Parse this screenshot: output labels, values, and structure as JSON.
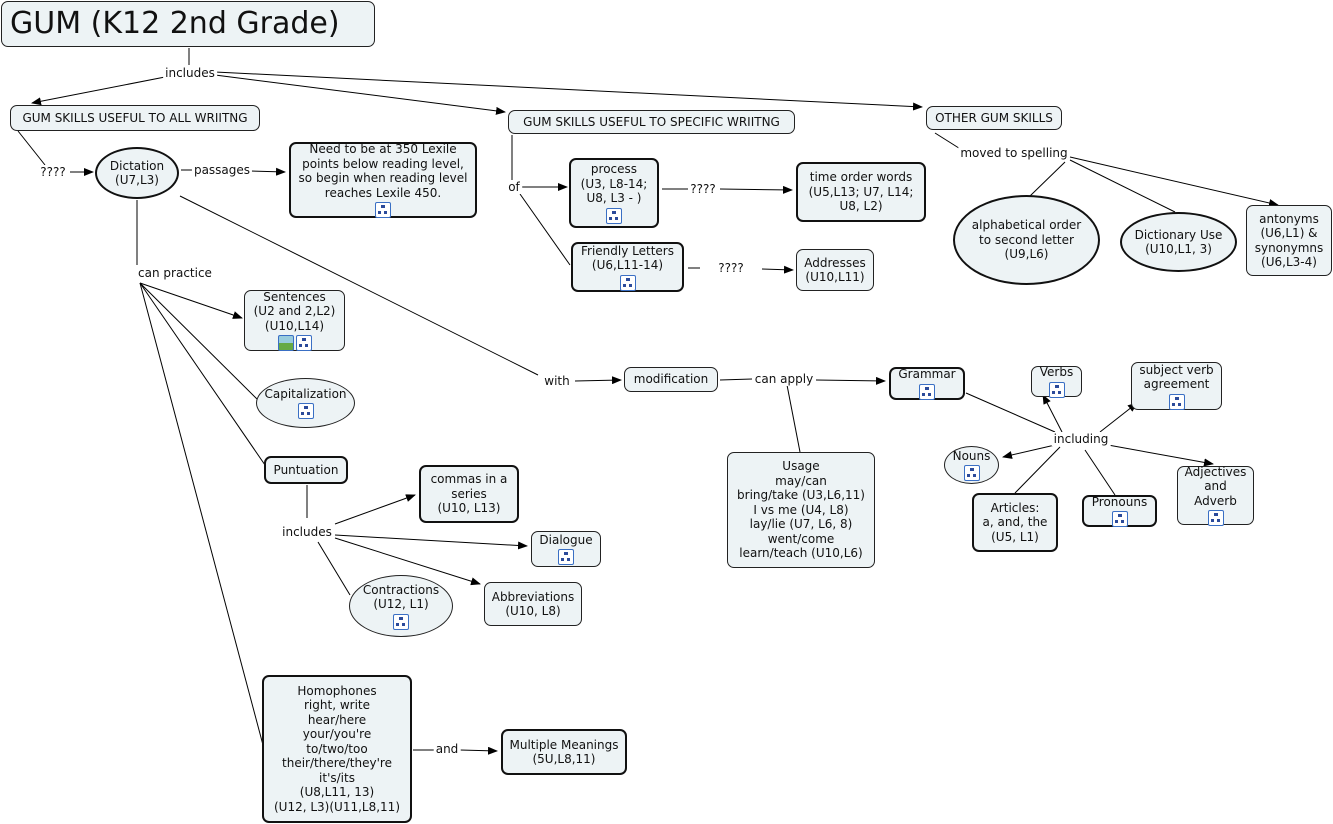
{
  "title": "GUM (K12 2nd Grade)",
  "nodes": {
    "all": "GUM SKILLS USEFUL TO ALL WRIITNG",
    "specific": "GUM SKILLS USEFUL TO SPECIFIC WRIITNG",
    "other": "OTHER GUM SKILLS",
    "dictation": "Dictation\n(U7,L3)",
    "lexile": "Need to be at 350 Lexile\npoints below reading level,\nso begin when reading level\nreaches Lexile 450.",
    "process": "process\n(U3, L8-14;\nU8, L3 - )",
    "time_order": "time order words\n(U5,L13; U7, L14;\nU8, L2)",
    "friendly": "Friendly Letters\n(U6,L11-14)",
    "addresses": "Addresses\n(U10,L11)",
    "alphabetical": "alphabetical order\nto second letter\n(U9,L6)",
    "dictionary": "Dictionary Use\n(U10,L1, 3)",
    "antonyms": "antonyms\n(U6,L1) &\nsynonymns\n(U6,L3-4)",
    "sentences": "Sentences\n(U2 and 2,L2)\n(U10,L14)",
    "capitalization": "Capitalization",
    "puntuation": "Puntuation",
    "commas": "commas in a\nseries\n(U10, L13)",
    "dialogue": "Dialogue",
    "abbreviations": "Abbreviations\n(U10, L8)",
    "contractions": "Contractions\n(U12, L1)",
    "homophones": "Homophones\nright, write\nhear/here\nyour/you're\nto/two/too\ntheir/there/they're\nit's/its\n(U8,L11, 13)\n(U12, L3)(U11,L8,11)",
    "multiple": "Multiple Meanings\n(5U,L8,11)",
    "modification": "modification",
    "grammar": "Grammar",
    "usage": "Usage\nmay/can\nbring/take (U3,L6,11)\nI vs me (U4, L8)\nlay/lie (U7, L6, 8)\nwent/come\nlearn/teach (U10,L6)",
    "verbs": "Verbs",
    "subject_verb": "subject verb\nagreement",
    "nouns": "Nouns",
    "articles": "Articles:\na, and, the\n(U5, L1)",
    "pronouns": "Pronouns",
    "adjectives": "Adjectives\nand\nAdverb"
  },
  "links": {
    "includes1": "includes",
    "q1": "????",
    "passages": "passages",
    "of": "of",
    "q2": "????",
    "q3": "????",
    "moved": "moved to spelling",
    "can_practice": "can practice",
    "with": "with",
    "can_apply": "can apply",
    "including": "including",
    "includes2": "includes",
    "and": "and"
  },
  "icons": {
    "concept_map": "submap-icon",
    "image": "image-icon"
  },
  "colors": {
    "node_fill": "#edf3f5",
    "line": "#000000"
  }
}
